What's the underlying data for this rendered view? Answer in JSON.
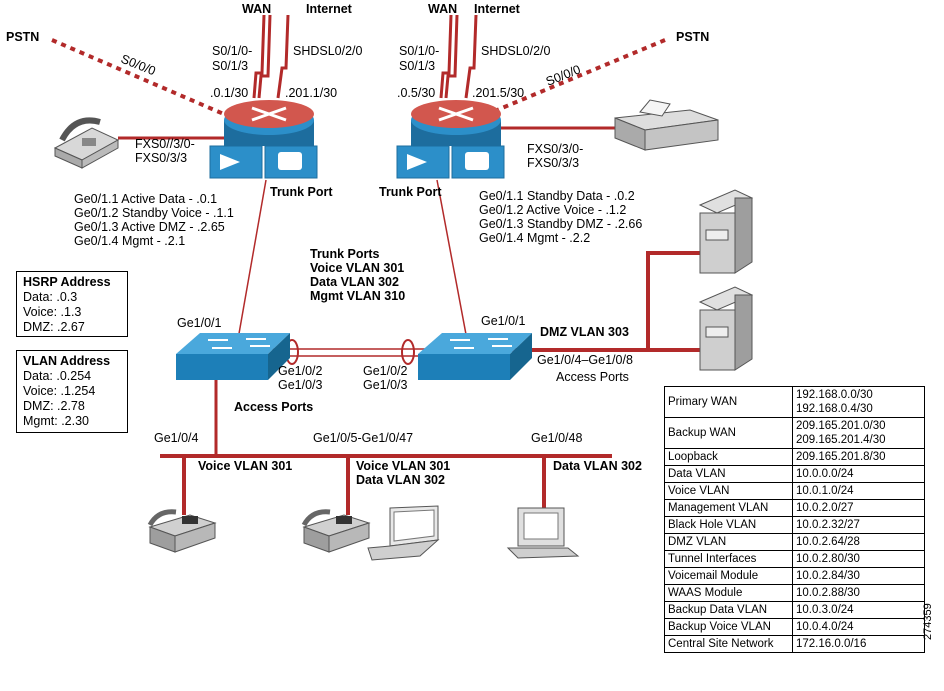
{
  "labels": {
    "wan_left": "WAN",
    "internet_left": "Internet",
    "wan_right": "WAN",
    "internet_right": "Internet",
    "pstn_left": "PSTN",
    "pstn_right": "PSTN",
    "s000_left": "S0/0/0",
    "s000_right": "S0/0/0",
    "serial_left_1": "S0/1/0-",
    "serial_left_2": "S0/1/3",
    "shdsl_left": "SHDSL0/2/0",
    "serial_right_1": "S0/1/0-",
    "serial_right_2": "S0/1/3",
    "shdsl_right": "SHDSL0/2/0",
    "addr_left_1": ".0.1/30",
    "addr_left_2": ".201.1/30",
    "addr_right_1": ".0.5/30",
    "addr_right_2": ".201.5/30",
    "fxs_left_1": "FXS0//3/0-",
    "fxs_left_2": "FXS0/3/3",
    "fxs_right_1": "FXS0/3/0-",
    "fxs_right_2": "FXS0/3/3",
    "trunk_port_left": "Trunk Port",
    "trunk_port_right": "Trunk Port",
    "ge_left": [
      "Ge0/1.1 Active Data - .0.1",
      "Ge0/1.2 Standby Voice - .1.1",
      "Ge0/1.3 Active DMZ - .2.65",
      "Ge0/1.4 Mgmt - .2.1"
    ],
    "ge_right": [
      "Ge0/1.1 Standby Data - .0.2",
      "Ge0/1.2 Active Voice - .1.2",
      "Ge0/1.3 Standby DMZ - .2.66",
      "Ge0/1.4 Mgmt - .2.2"
    ],
    "trunk_ports": [
      "Trunk Ports",
      "Voice VLAN 301",
      "Data VLAN 302",
      "Mgmt VLAN 310"
    ],
    "ge101_left": "Ge1/0/1",
    "ge101_right": "Ge1/0/1",
    "dmz_vlan": "DMZ VLAN 303",
    "ge102_left": "Ge1/0/2",
    "ge103_left": "Ge1/0/3",
    "ge102_right": "Ge1/0/2",
    "ge103_right": "Ge1/0/3",
    "ge104_108": "Ge1/0/4–Ge1/0/8",
    "access_ports_right": "Access Ports",
    "access_ports_left": "Access Ports",
    "ge104": "Ge1/0/4",
    "ge105_147": "Ge1/0/5-Ge1/0/47",
    "ge148": "Ge1/0/48",
    "voice_vlan_left": "Voice VLAN 301",
    "voice_vlan_mid": "Voice VLAN 301",
    "data_vlan_mid": "Data VLAN 302",
    "data_vlan_right": "Data VLAN 302",
    "figure_number": "274359"
  },
  "hsrp": {
    "title": "HSRP Address",
    "rows": [
      "Data: .0.3",
      "Voice: .1.3",
      "DMZ: .2.67"
    ]
  },
  "vlan": {
    "title": "VLAN Address",
    "rows": [
      "Data: .0.254",
      "Voice: .1.254",
      "DMZ: .2.78",
      "Mgmt: .2.30"
    ]
  },
  "address_table": [
    {
      "name": "Primary WAN",
      "values": [
        "192.168.0.0/30",
        "192.168.0.4/30"
      ]
    },
    {
      "name": "Backup WAN",
      "values": [
        "209.165.201.0/30",
        "209.165.201.4/30"
      ]
    },
    {
      "name": "Loopback",
      "values": [
        "209.165.201.8/30"
      ]
    },
    {
      "name": "Data VLAN",
      "values": [
        "10.0.0.0/24"
      ]
    },
    {
      "name": "Voice VLAN",
      "values": [
        "10.0.1.0/24"
      ]
    },
    {
      "name": "Management VLAN",
      "values": [
        "10.0.2.0/27"
      ]
    },
    {
      "name": "Black Hole VLAN",
      "values": [
        "10.0.2.32/27"
      ]
    },
    {
      "name": "DMZ VLAN",
      "values": [
        "10.0.2.64/28"
      ]
    },
    {
      "name": "Tunnel Interfaces",
      "values": [
        "10.0.2.80/30"
      ]
    },
    {
      "name": "Voicemail Module",
      "values": [
        "10.0.2.84/30"
      ]
    },
    {
      "name": "WAAS Module",
      "values": [
        "10.0.2.88/30"
      ]
    },
    {
      "name": "Backup Data VLAN",
      "values": [
        "10.0.3.0/24"
      ]
    },
    {
      "name": "Backup Voice VLAN",
      "values": [
        "10.0.4.0/24"
      ]
    },
    {
      "name": "Central Site Network",
      "values": [
        "172.16.0.0/16"
      ]
    }
  ],
  "colors": {
    "link": "#b22a2a",
    "device_blue": "#2c8fc9",
    "device_dark": "#1d6d9e",
    "router_red": "#d2574e"
  }
}
